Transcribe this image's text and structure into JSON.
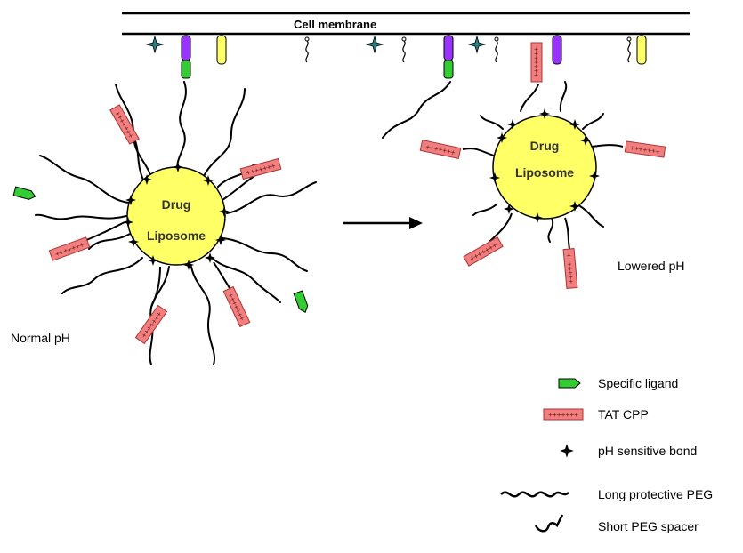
{
  "membrane_label": "Cell membrane",
  "left_liposome": {
    "line1": "Drug",
    "line2": "Liposome",
    "condition": "Normal pH"
  },
  "right_liposome": {
    "line1": "Drug",
    "line2": "Liposome",
    "condition": "Lowered pH"
  },
  "legend": {
    "specific_ligand": "Specific ligand",
    "tat_cpp": "TAT CPP",
    "ph_bond": "pH sensitive bond",
    "long_peg": "Long protective PEG",
    "short_peg": "Short PEG spacer"
  },
  "colors": {
    "liposome": "#ffff66",
    "ligand": "#33cc33",
    "tat": "#f08080",
    "receptor_purple": "#9933ff",
    "receptor_yellow": "#ffff66",
    "receptor_teal": "#2a8080"
  }
}
